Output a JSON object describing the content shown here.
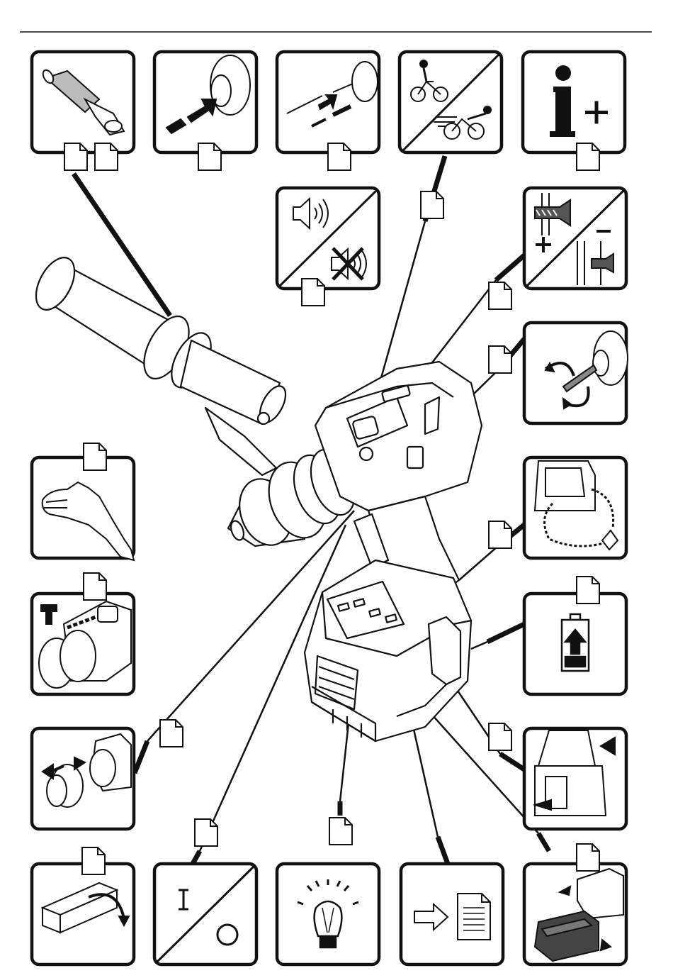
{
  "colors": {
    "ink": "#111111",
    "paper": "#ffffff",
    "panel_fill": "#ffffff",
    "shade": "#dddddd"
  },
  "panels": [
    {
      "id": "side-handle",
      "icon": "side-handle-icon",
      "doc_refs": 2
    },
    {
      "id": "insert-tool",
      "icon": "insert-tool-icon",
      "doc_refs": 1
    },
    {
      "id": "bits-and-drills",
      "icon": "bits-and-drills-icon",
      "doc_refs": 1
    },
    {
      "id": "speed-selection",
      "icon": "bicycle-speed-icon",
      "doc_refs": 1
    },
    {
      "id": "more-info",
      "icon": "info-plus-icon",
      "doc_refs": 1
    },
    {
      "id": "sound-on-off",
      "icon": "speaker-mute-icon",
      "doc_refs": 1
    },
    {
      "id": "torque-setting",
      "icon": "screw-torque-icon",
      "doc_refs": 1
    },
    {
      "id": "rotation-direction",
      "icon": "rotation-direction-icon",
      "doc_refs": 1
    },
    {
      "id": "hand-vibration",
      "icon": "hand-icon",
      "doc_refs": 1
    },
    {
      "id": "tool-lanyard",
      "icon": "lanyard-icon",
      "doc_refs": 1
    },
    {
      "id": "hammer-mode",
      "icon": "hammer-mode-icon",
      "doc_refs": 1
    },
    {
      "id": "battery-charge",
      "icon": "battery-charge-icon",
      "doc_refs": 1
    },
    {
      "id": "chuck-change",
      "icon": "chuck-change-icon",
      "doc_refs": 1
    },
    {
      "id": "belt-hook",
      "icon": "belt-hook-icon",
      "doc_refs": 1
    },
    {
      "id": "packaging",
      "icon": "packaging-icon",
      "doc_refs": 1
    },
    {
      "id": "on-off",
      "icon": "on-off-icon",
      "doc_refs": 1
    },
    {
      "id": "light",
      "icon": "light-bulb-icon",
      "doc_refs": 1
    },
    {
      "id": "see-document",
      "icon": "see-document-icon",
      "doc_refs": 0
    },
    {
      "id": "battery-insert",
      "icon": "battery-insert-icon",
      "doc_refs": 1
    }
  ],
  "tool": {
    "icon": "cordless-hammer-drill-icon"
  }
}
